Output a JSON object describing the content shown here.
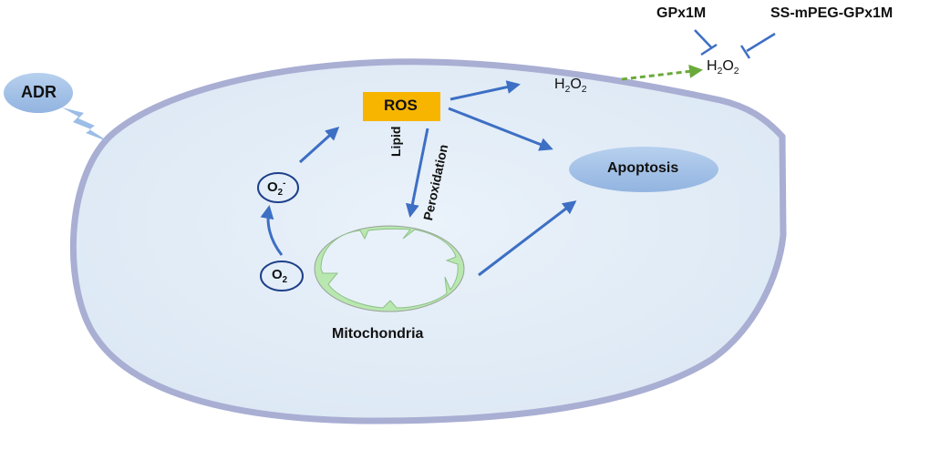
{
  "colors": {
    "cell_fill": "#e3edf7",
    "cell_border": "#a9aed3",
    "arrow": "#3d6fc4",
    "inhibit": "#3d6fc4",
    "ros_box": "#f7b500",
    "ellipse_fill": "#a6c3e6",
    "mito_green": "#b8e8b0",
    "dashed_arrow": "#6aaa3a",
    "o2_ring": "#1e3f8a"
  },
  "labels": {
    "adr": "ADR",
    "ros": "ROS",
    "h2o2_inside": {
      "h": "H",
      "sub1": "2",
      "o": "O",
      "sub2": "2"
    },
    "h2o2_outside": {
      "h": "H",
      "sub1": "2",
      "o": "O",
      "sub2": "2"
    },
    "gpx1m": "GPx1M",
    "ss_mpeg_gpx1m": "SS-mPEG-GPx1M",
    "apoptosis": "Apoptosis",
    "lipid": "Lipid",
    "peroxidation": "Peroxidation",
    "o2_radical": {
      "o": "O",
      "sub": "2",
      "sup": "-"
    },
    "o2": {
      "o": "O",
      "sub": "2"
    },
    "mitochondria": "Mitochondria"
  }
}
